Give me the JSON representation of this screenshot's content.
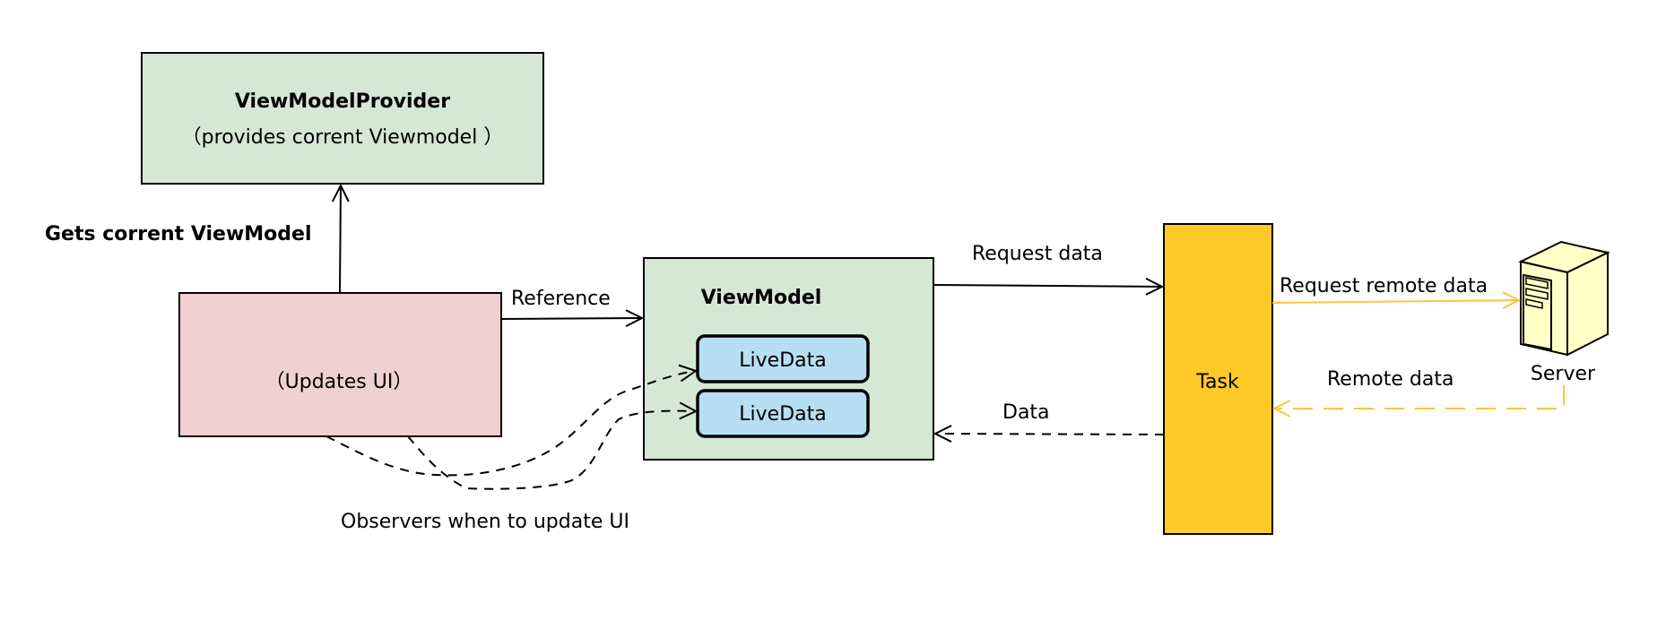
{
  "colors": {
    "provider_fill": "#d5e8d4",
    "updates_fill": "#f0d0d3",
    "viewmodel_fill": "#d5e8d4",
    "livedata_fill": "#b8def3",
    "task_fill": "#ffc928",
    "server_body": "#ffffc8",
    "remote_arrow": "#ffc43c",
    "stroke": "#000000"
  },
  "nodes": {
    "provider": {
      "title": "ViewModelProvider",
      "subtitle": "（provides corrent Viewmodel ）"
    },
    "updates": {
      "text": "（Updates UI）"
    },
    "viewmodel": {
      "title": "ViewModel",
      "livedata": [
        "LiveData",
        "LiveData"
      ]
    },
    "task": {
      "label": "Task"
    },
    "server": {
      "label": "Server",
      "icon": "server-icon"
    }
  },
  "edges": {
    "gets_viewmodel": "Gets corrent ViewModel",
    "reference": "Reference",
    "request_data": "Request data",
    "request_remote": "Request remote data",
    "remote_data": "Remote data",
    "data": "Data",
    "observers": "Observers when to update UI"
  }
}
